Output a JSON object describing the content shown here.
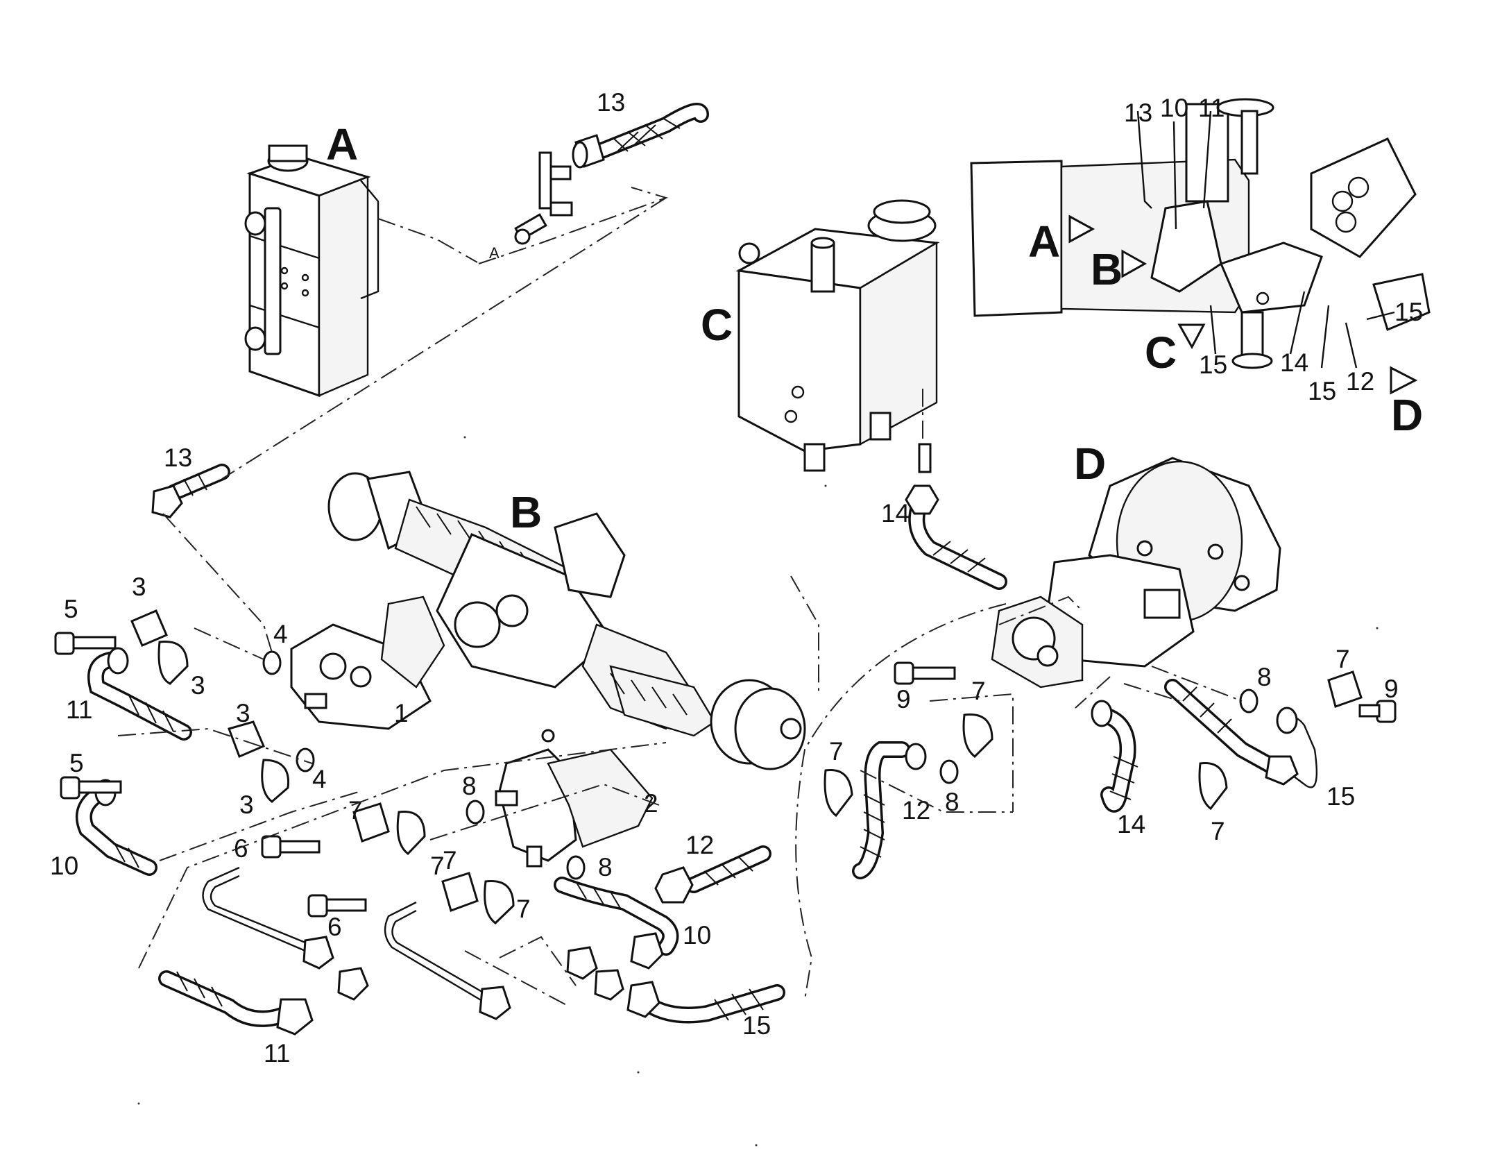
{
  "assembly_labels": {
    "a": "A",
    "b": "B",
    "c": "C",
    "d": "D"
  },
  "tee_fitting_mark": "A",
  "callouts": {
    "c1": "1",
    "c2": "2",
    "c3a": "3",
    "c3b": "3",
    "c3c": "3",
    "c3d": "3",
    "c4a": "4",
    "c4b": "4",
    "c5a": "5",
    "c5b": "5",
    "c6a": "6",
    "c6b": "6",
    "c7a": "7",
    "c7b": "7",
    "c7c": "7",
    "c7d": "7",
    "c7e": "7",
    "c7f": "7",
    "c7g": "7",
    "c7h": "7",
    "c8a": "8",
    "c8b": "8",
    "c8c": "8",
    "c8d": "8",
    "c9a": "9",
    "c9b": "9",
    "c10a": "10",
    "c10b": "10",
    "c11a": "11",
    "c11b": "11",
    "c12a": "12",
    "c12b": "12",
    "c13a": "13",
    "c13b": "13",
    "c14a": "14",
    "c14b": "14",
    "c15a": "15",
    "c15b": "15"
  },
  "inset": {
    "labels": {
      "a": "A",
      "b": "B",
      "c": "C",
      "d": "D"
    },
    "callouts": {
      "n13": "13",
      "n10": "10",
      "n11": "11",
      "n15a": "15",
      "n15b": "15",
      "n15c": "15",
      "n14": "14",
      "n12": "12"
    }
  },
  "colors": {
    "ink": "#111111",
    "paper": "#ffffff"
  }
}
